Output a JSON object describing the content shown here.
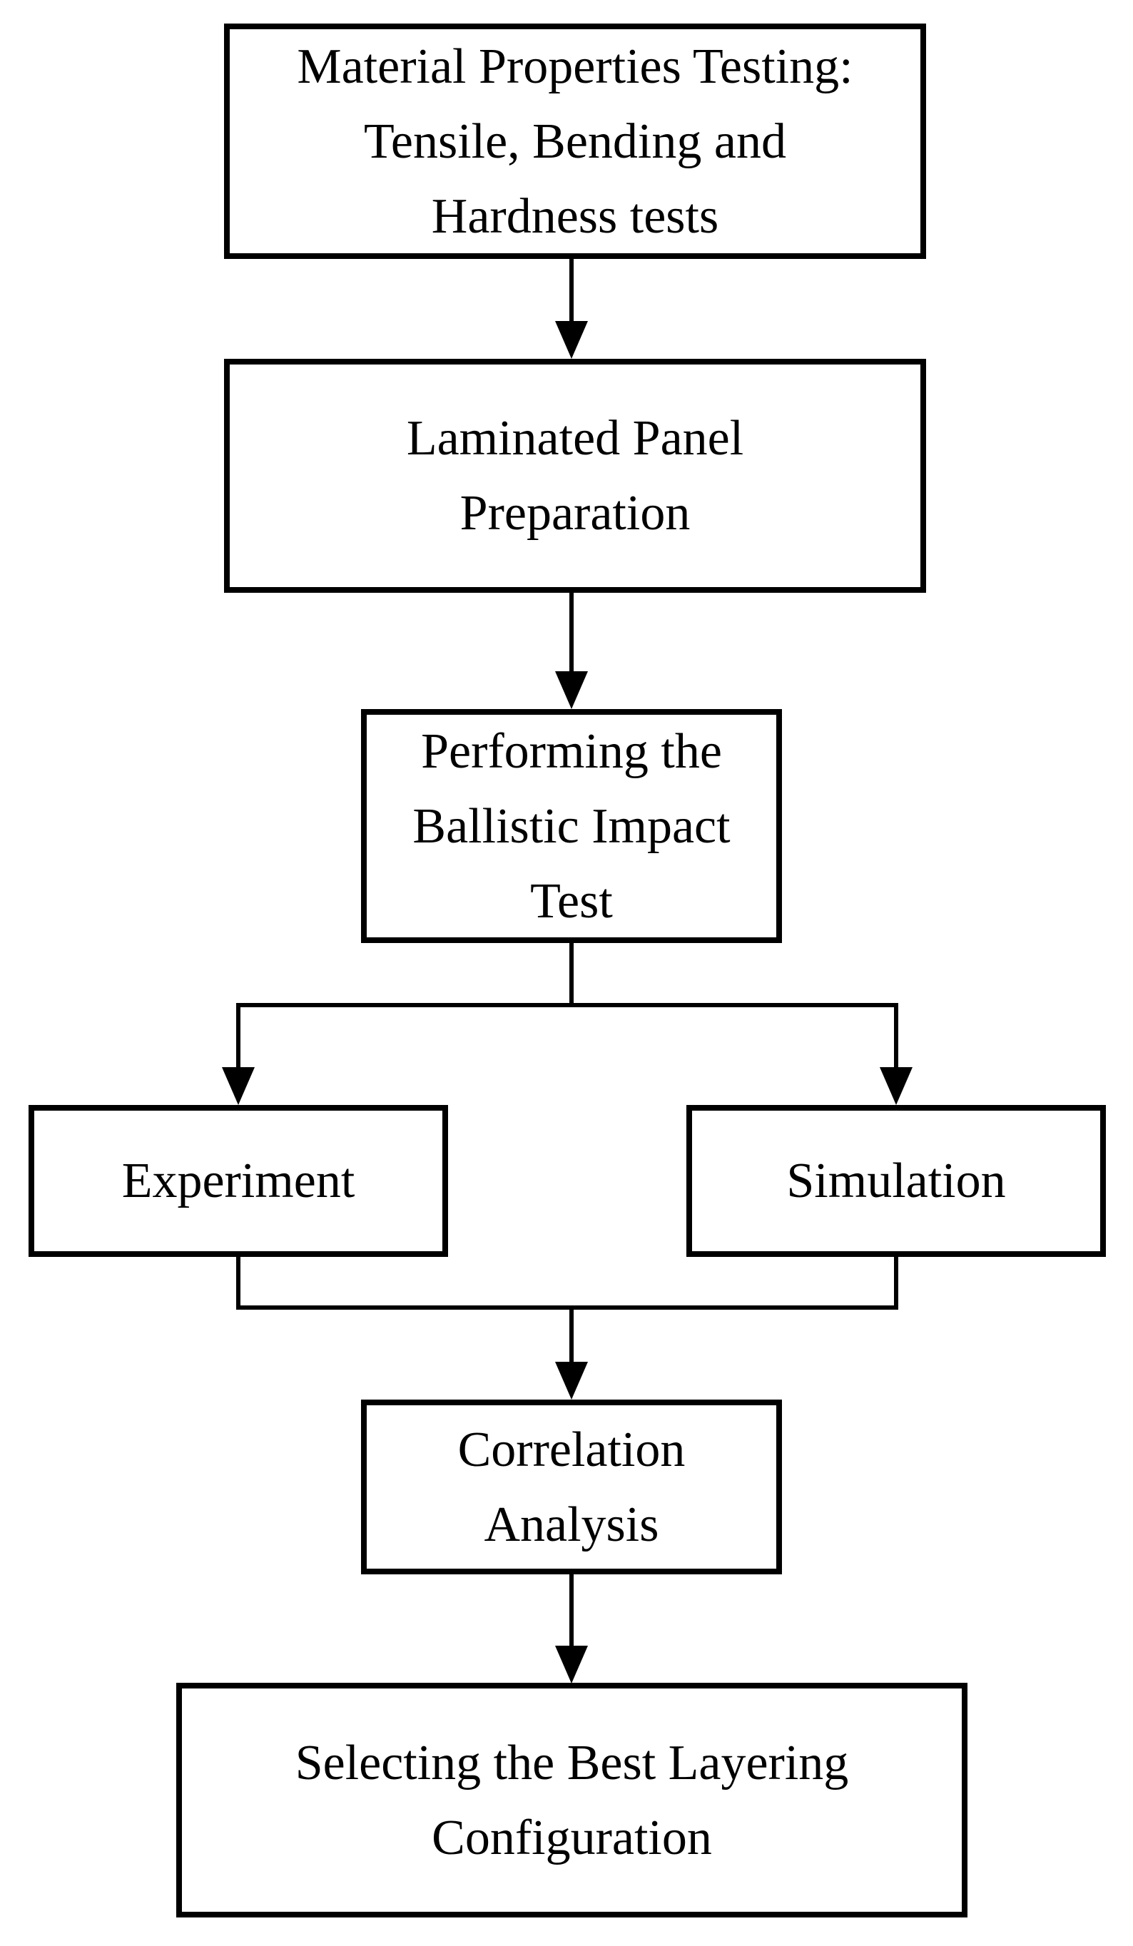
{
  "diagram": {
    "type": "flowchart",
    "background_color": "#ffffff",
    "stroke_color": "#000000",
    "nodes": [
      {
        "id": "material-testing",
        "label": "Material Properties Testing:\nTensile, Bending and\nHardness tests"
      },
      {
        "id": "panel-preparation",
        "label": "Laminated Panel\nPreparation"
      },
      {
        "id": "ballistic-test",
        "label": "Performing the\nBallistic Impact\nTest"
      },
      {
        "id": "experiment",
        "label": "Experiment"
      },
      {
        "id": "simulation",
        "label": "Simulation"
      },
      {
        "id": "correlation",
        "label": "Correlation\nAnalysis"
      },
      {
        "id": "best-config",
        "label": "Selecting the Best Layering\nConfiguration"
      }
    ],
    "edges": [
      {
        "from": "material-testing",
        "to": "panel-preparation"
      },
      {
        "from": "panel-preparation",
        "to": "ballistic-test"
      },
      {
        "from": "ballistic-test",
        "to": "experiment"
      },
      {
        "from": "ballistic-test",
        "to": "simulation"
      },
      {
        "from": "experiment",
        "to": "correlation"
      },
      {
        "from": "simulation",
        "to": "correlation"
      },
      {
        "from": "correlation",
        "to": "best-config"
      }
    ]
  }
}
